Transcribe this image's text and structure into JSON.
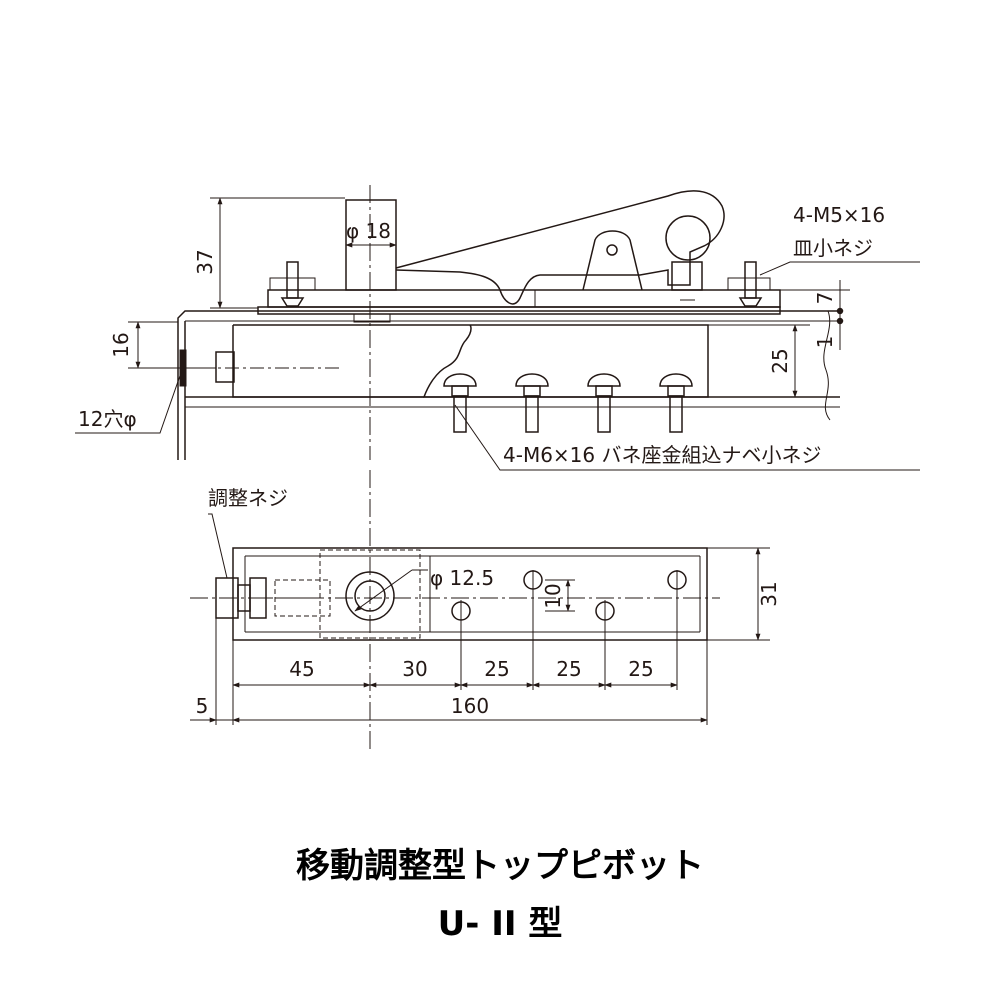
{
  "diagram": {
    "labels": {
      "d37": "37",
      "d16": "16",
      "hole": "12穴φ",
      "phi18": "φ 18",
      "screw_top_1": "4-M5×16",
      "screw_top_2": "皿小ネジ",
      "d7": "7",
      "d25v": "25",
      "d1": "1",
      "screw_bottom": "4-M6×16 バネ座金組込ナベ小ネジ",
      "adjust_screw": "調整ネジ",
      "phi125": "φ 12.5",
      "d10": "10",
      "d31": "31",
      "d45": "45",
      "d30": "30",
      "d25a": "25",
      "d25b": "25",
      "d25c": "25",
      "d5": "5",
      "d160": "160"
    },
    "colors": {
      "line": "#231815",
      "title": "#000000"
    }
  },
  "title": {
    "main": "移動調整型トップピボット",
    "sub": "U- II 型"
  }
}
